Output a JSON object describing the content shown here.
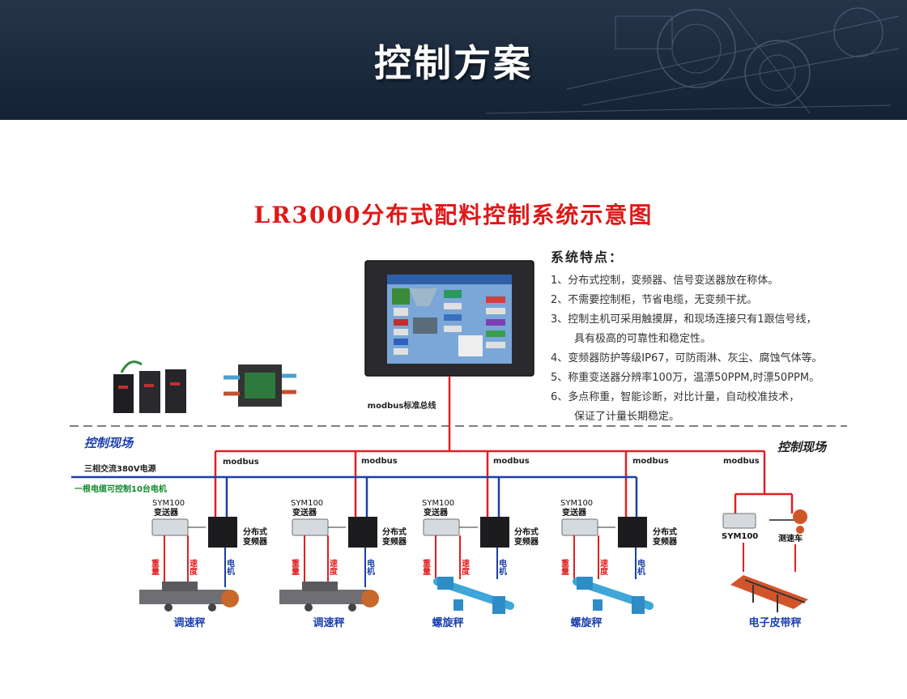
{
  "header": {
    "title": "控制方案"
  },
  "diagram": {
    "title": "LR3000分布式配料控制系统示意图",
    "bus_label": "modbus标准总线",
    "site_label_left": "控制现场",
    "site_label_right": "控制现场",
    "power_label": "三相交流380V电源",
    "cable_label": "一根电缆可控制10台电机",
    "modbus_labels": [
      "modbus",
      "modbus",
      "modbus",
      "modbus",
      "modbus"
    ],
    "transmitter": {
      "line1": "SYM100",
      "line2": "变送器"
    },
    "inverter": {
      "line1": "分布式",
      "line2": "变频器"
    },
    "wire_labels": {
      "weight": "重量",
      "speed": "速度",
      "motor": "电机"
    },
    "scales": [
      "调速秤",
      "调速秤",
      "螺旋秤",
      "螺旋秤",
      "电子皮带秤"
    ],
    "belt": {
      "sym_label": "SYM100",
      "car_label": "测速车"
    },
    "colors": {
      "title_red": "#e01818",
      "bus_red": "#e02020",
      "power_blue": "#1a3fa8",
      "cable_green": "#0e8a2a",
      "label_blue": "#1b3fae"
    }
  },
  "features": {
    "heading": "系统特点：",
    "items": [
      "1、分布式控制，变频器、信号变送器放在称体。",
      "2、不需要控制柜，节省电缆，无变频干扰。",
      "3、控制主机可采用触摸屏，和现场连接只有1跟信号线，",
      "具有极高的可靠性和稳定性。",
      "4、变频器防护等级IP67，可防雨淋、灰尘、腐蚀气体等。",
      "5、称重变送器分辨率100万，温漂50PPM,时漂50PPM。",
      "6、多点称重，智能诊断，对比计量，自动校准技术，",
      "保证了计量长期稳定。"
    ]
  }
}
